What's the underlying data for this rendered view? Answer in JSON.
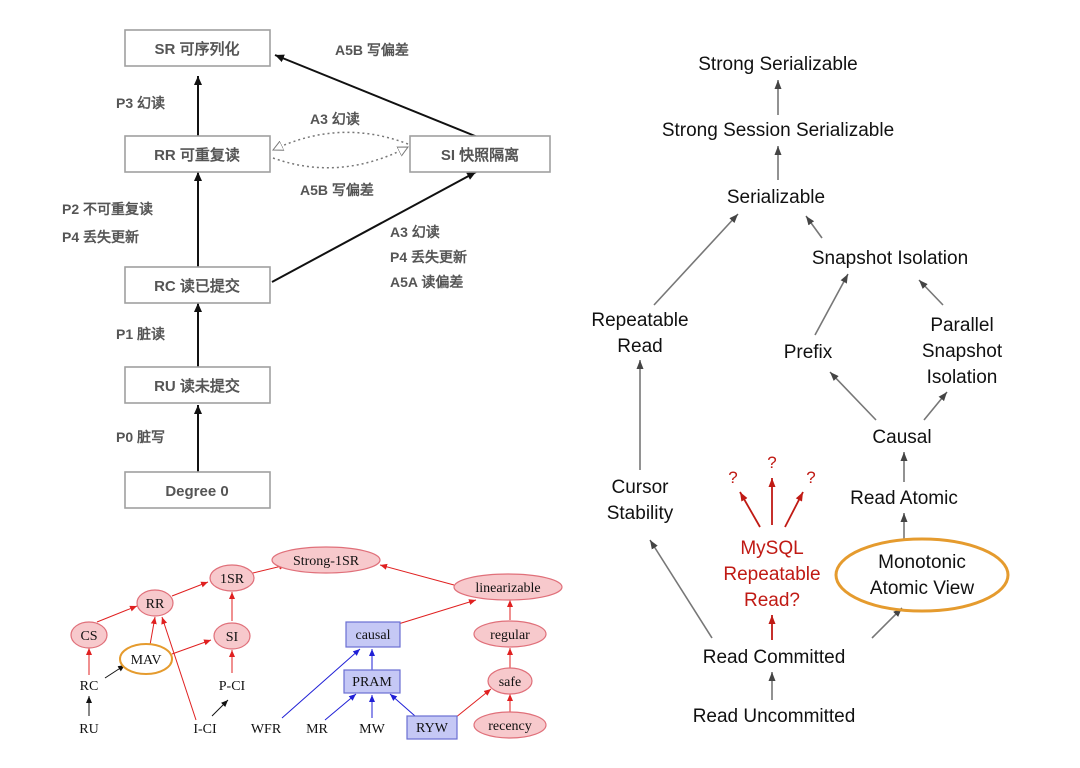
{
  "left_diagram": {
    "nodes": {
      "sr": "SR 可序列化",
      "rr": "RR 可重复读",
      "si": "SI 快照隔离",
      "rc": "RC 读已提交",
      "ru": "RU 读未提交",
      "d0": "Degree 0"
    },
    "edges": {
      "si_sr": "A5B 写偏差",
      "rr_sr": "P3 幻读",
      "si_rr": "A3 幻读",
      "rr_si": "A5B 写偏差",
      "rc_rr_1": "P2 不可重复读",
      "rc_rr_2": "P4 丢失更新",
      "rc_si_1": "A3 幻读",
      "rc_si_2": "P4 丢失更新",
      "rc_si_3": "A5A 读偏差",
      "ru_rc": "P1 脏读",
      "d0_ru": "P0 脏写"
    }
  },
  "right_diagram": {
    "nodes": {
      "strong_ser": "Strong Serializable",
      "strong_sess": "Strong Session Serializable",
      "ser": "Serializable",
      "snap": "Snapshot Isolation",
      "rep1": "Repeatable",
      "rep2": "Read",
      "prefix": "Prefix",
      "par1": "Parallel",
      "par2": "Snapshot",
      "par3": "Isolation",
      "causal": "Causal",
      "ra": "Read Atomic",
      "cur1": "Cursor",
      "cur2": "Stability",
      "my1": "MySQL",
      "my2": "Repeatable",
      "my3": "Read?",
      "mav1": "Monotonic",
      "mav2": "Atomic View",
      "rcm": "Read Committed",
      "ruc": "Read Uncommitted",
      "q1": "?",
      "q2": "?",
      "q3": "?"
    },
    "colors": {
      "arrow": "#777777",
      "red": "#c01a14",
      "orange": "#e59b2e"
    }
  },
  "bottom_diagram": {
    "nodes": {
      "strong1sr": "Strong-1SR",
      "onesr": "1SR",
      "rr": "RR",
      "cs": "CS",
      "mav": "MAV",
      "si": "SI",
      "rc": "RC",
      "pci": "P-CI",
      "ru": "RU",
      "ici": "I-CI",
      "causal": "causal",
      "pram": "PRAM",
      "wfr": "WFR",
      "mr": "MR",
      "mw": "MW",
      "ryw": "RYW",
      "lin": "linearizable",
      "regular": "regular",
      "safe": "safe",
      "recency": "recency"
    },
    "colors": {
      "red": "#e02020",
      "blue": "#1f1fd6",
      "black": "#111111",
      "pink": "#f7c9cc",
      "lavender": "#c5c8f5",
      "orange": "#e59b2e"
    }
  }
}
